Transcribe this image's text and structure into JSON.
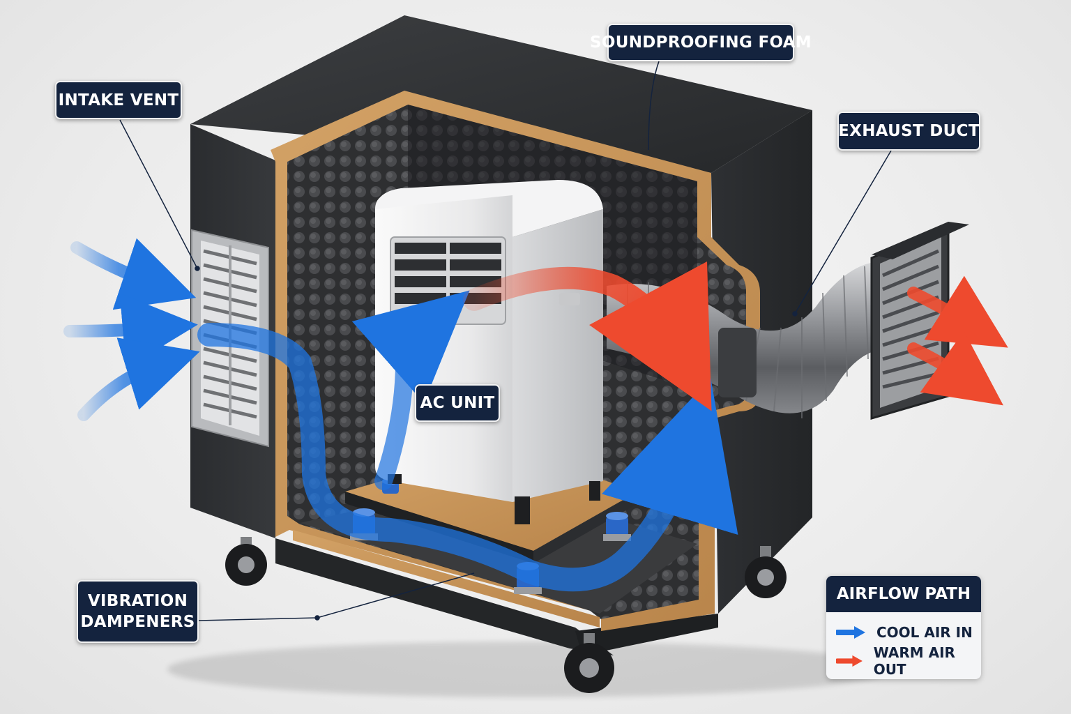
{
  "labels": {
    "intake_vent": "INTAKE VENT",
    "soundproofing_foam": "SOUNDPROOFING FOAM",
    "exhaust_duct": "EXHAUST DUCT",
    "ac_unit": "AC UNIT",
    "vibration_dampeners_line1": "VIBRATION",
    "vibration_dampeners_line2": "DAMPENERS"
  },
  "legend": {
    "title": "AIRFLOW PATH",
    "cool": "COOL AIR IN",
    "warm": "WARM AIR OUT"
  },
  "colors": {
    "cool_air": "#1f74e0",
    "warm_air": "#ee4a2e",
    "label_bg": "#14233e",
    "plywood": "#c9954f",
    "cabinet": "#2f3134",
    "foam": "#3a3b3d"
  }
}
